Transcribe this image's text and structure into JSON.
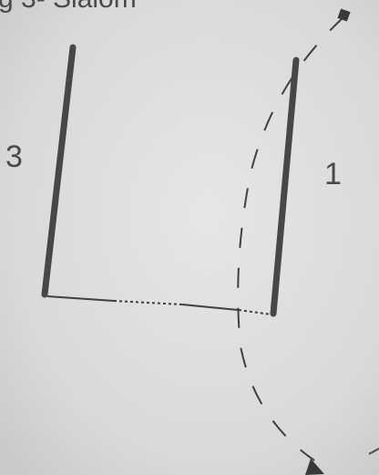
{
  "header_fragment": "g 3- Slalom",
  "labels": {
    "left_pole": "3",
    "right_pole": "1"
  },
  "colors": {
    "paper": "#d9d9d7",
    "ink": "#3f3f3f",
    "pole": "#4b4b4b"
  }
}
